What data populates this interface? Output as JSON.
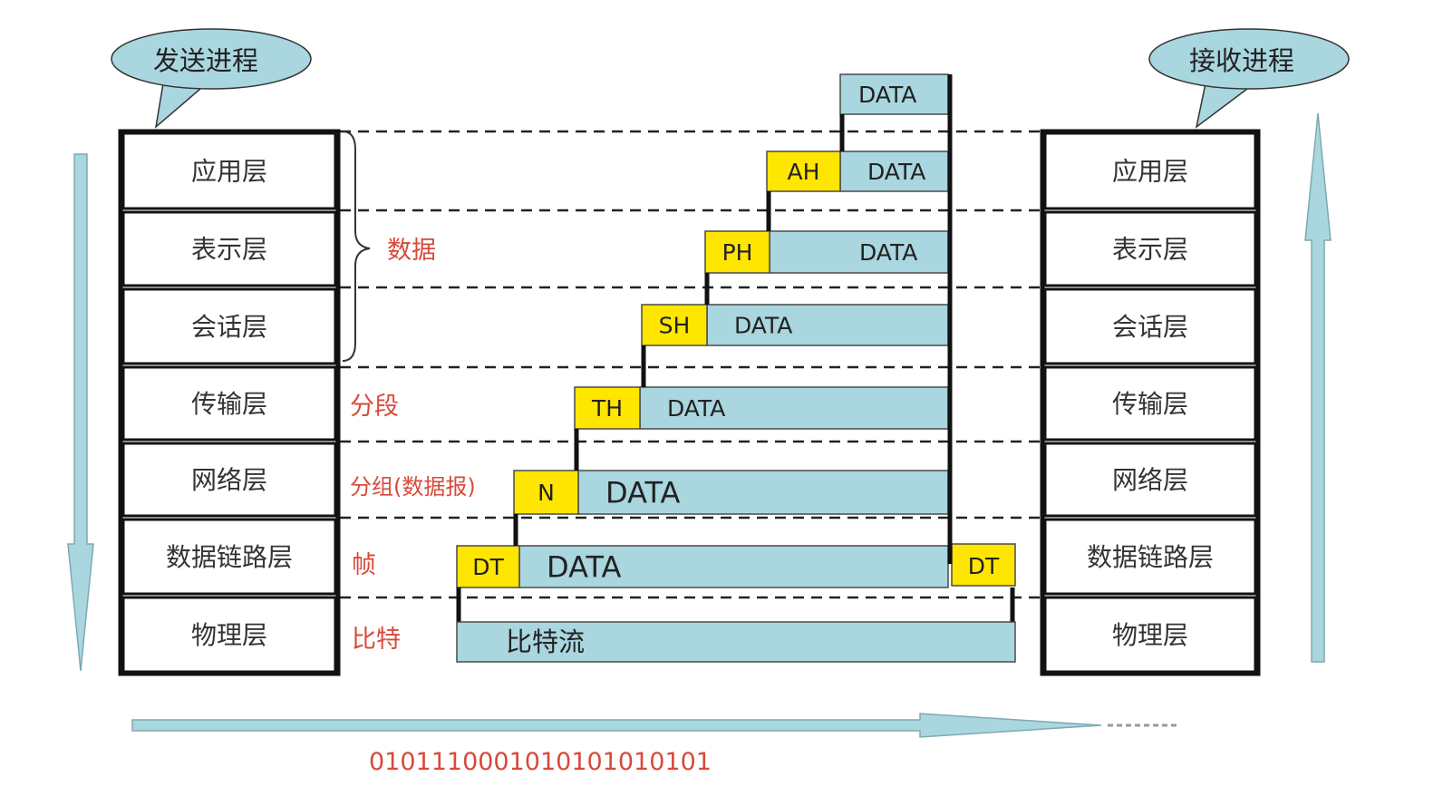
{
  "bubbles": {
    "send": "发送进程",
    "receive": "接收进程"
  },
  "sender_layers": [
    "应用层",
    "表示层",
    "会话层",
    "传输层",
    "网络层",
    "数据链路层",
    "物理层"
  ],
  "receiver_layers": [
    "应用层",
    "表示层",
    "会话层",
    "传输层",
    "网络层",
    "数据链路层",
    "物理层"
  ],
  "unit_labels": {
    "data": "数据",
    "segment": "分段",
    "packet": "分组(数据报)",
    "frame": "帧",
    "bit": "比特"
  },
  "pdus": [
    {
      "header": "",
      "body": "DATA",
      "trailer": ""
    },
    {
      "header": "AH",
      "body": "DATA",
      "trailer": ""
    },
    {
      "header": "PH",
      "body": "DATA",
      "trailer": ""
    },
    {
      "header": "SH",
      "body": "DATA",
      "trailer": ""
    },
    {
      "header": "TH",
      "body": "DATA",
      "trailer": ""
    },
    {
      "header": "N",
      "body": "DATA",
      "trailer": ""
    },
    {
      "header": "DT",
      "body": "DATA",
      "trailer": "DT"
    },
    {
      "header": "",
      "body": "比特流",
      "trailer": ""
    }
  ],
  "bitstream": "0101110001010101010101",
  "colors": {
    "header_fill": "#ffe600",
    "data_fill": "#a9d6df",
    "bubble_fill": "#a9d6df",
    "arrow_fill": "#a9d6df",
    "accent_text": "#d9493a",
    "box_border": "#111111"
  }
}
